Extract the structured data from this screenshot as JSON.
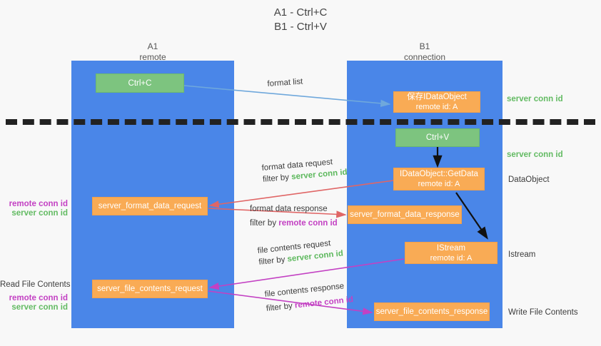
{
  "title": {
    "line1": "A1 - Ctrl+C",
    "line2": "B1 - Ctrl+V"
  },
  "lanes": [
    {
      "name": "A1",
      "sub": "remote"
    },
    {
      "name": "B1",
      "sub": "connection"
    }
  ],
  "nodes": {
    "ctrl_c": {
      "line1": "Ctrl+C",
      "line2": ""
    },
    "ctrl_v": {
      "line1": "Ctrl+V",
      "line2": ""
    },
    "idataobject": {
      "line1": "保存IDataObject",
      "line2": "remote id: A"
    },
    "getdata": {
      "line1": "IDataObject::GetData",
      "line2": "remote id: A"
    },
    "istream": {
      "line1": "IStream",
      "line2": "remote id: A"
    },
    "fmt_req": {
      "line1": "server_format_data_request",
      "line2": ""
    },
    "fmt_resp": {
      "line1": "server_format_data_response",
      "line2": ""
    },
    "file_req": {
      "line1": "server_file_contents_request",
      "line2": ""
    },
    "file_resp": {
      "line1": "server_file_contents_response",
      "line2": ""
    }
  },
  "mid_labels": {
    "format_list": "format list",
    "fmt_data_request": "format data request",
    "fmt_data_request_filter_pre": "filter by ",
    "fmt_data_request_filter_key": "server conn id",
    "fmt_data_response": "format data response",
    "fmt_data_response_filter_pre": "filter by ",
    "fmt_data_response_filter_key": "remote conn id",
    "file_contents_request": "file contents request",
    "file_contents_request_filter_pre": "filter by ",
    "file_contents_request_filter_key": "server conn id",
    "file_contents_response": "file contents response",
    "file_contents_response_filter_pre": "filter by ",
    "file_contents_response_filter_key": "remote conn id"
  },
  "annotations": {
    "right_server_conn_id_top": "server conn id",
    "right_server_conn_id_mid": "server conn id",
    "right_dataobject": "DataObject",
    "right_istream": "Istream",
    "right_write_file_contents": "Write File Contents",
    "left_remote_conn_id_1": "remote conn id",
    "left_server_conn_id_1": "server conn id",
    "left_read_file_contents": "Read File Contents",
    "left_remote_conn_id_2": "remote conn id",
    "left_server_conn_id_2": "server conn id"
  },
  "colors": {
    "lane": "#4a86e8",
    "green_box": "#7dc47f",
    "orange_box": "#f9ab55",
    "arrow_blue": "#6fa8dc",
    "arrow_red": "#e06666",
    "arrow_magenta": "#c341c3",
    "arrow_black": "#111111",
    "key_green": "#5cb85c",
    "key_magenta": "#c341c3",
    "background": "#f8f8f8"
  }
}
